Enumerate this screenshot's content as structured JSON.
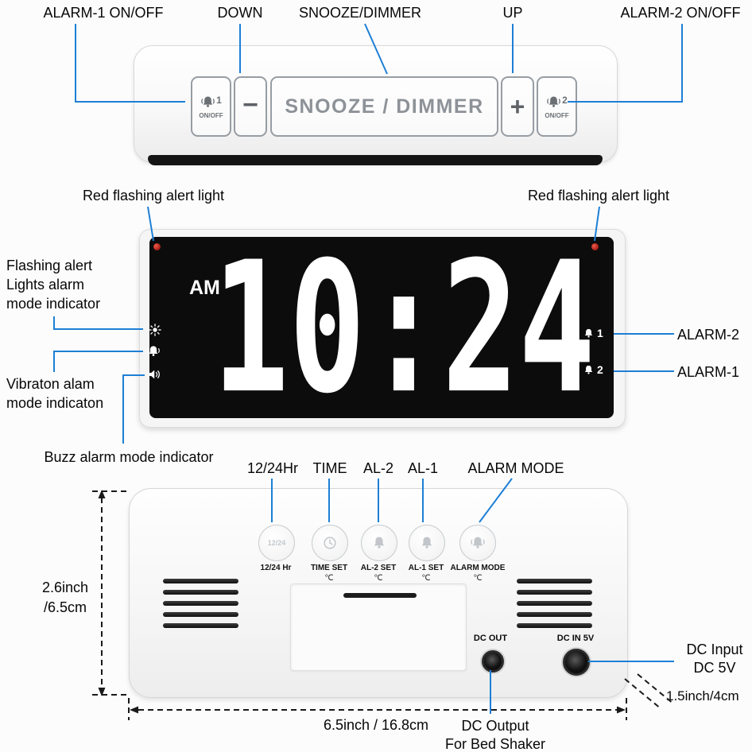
{
  "colors": {
    "callout_blue": "#1d7fd6",
    "dimension_black": "#1a1a1a",
    "display_bg": "#0c0c0c",
    "digit_white": "#ffffff",
    "alert_red": "#c62f26"
  },
  "top_view": {
    "callouts": {
      "alarm1": "ALARM-1 ON/OFF",
      "down": "DOWN",
      "snooze": "SNOOZE/DIMMER",
      "up": "UP",
      "alarm2": "ALARM-2 ON/OFF"
    },
    "buttons": {
      "alarm1_number": "1",
      "alarm1_onoff": "ON/OFF",
      "minus": "−",
      "snooze": "SNOOZE / DIMMER",
      "plus": "+",
      "alarm2_number": "2",
      "alarm2_onoff": "ON/OFF"
    }
  },
  "front_view": {
    "left_light_label": "Red flashing alert light",
    "right_light_label": "Red flashing alert light",
    "flashing_lines": [
      "Flashing alert",
      "Lights alarm",
      "mode indicator"
    ],
    "vibration_lines": [
      "Vibraton alam",
      "mode indicaton"
    ],
    "buzz_label": "Buzz alarm mode indicator",
    "alarm2_label": "ALARM-2",
    "alarm1_label": "ALARM-1",
    "display": {
      "ampm": "AM",
      "time": "10:24",
      "bell1_num": "1",
      "bell2_num": "2"
    }
  },
  "back_view": {
    "callouts": [
      "12/24Hr",
      "TIME",
      "AL-2",
      "AL-1",
      "ALARM MODE"
    ],
    "button_icon_text": "12/24",
    "button_labels": [
      "12/24 Hr",
      "TIME SET",
      "AL-2 SET",
      "AL-1 SET",
      "ALARM MODE"
    ],
    "set_icon_glyph": "℃",
    "dc_out_label": "DC OUT",
    "dc_in_label": "DC IN 5V"
  },
  "annotations": {
    "dc_input_lines": [
      "DC Input",
      "DC 5V"
    ],
    "dc_output_lines": [
      "DC Output",
      "For Bed Shaker"
    ],
    "height_lines": [
      "2.6inch",
      "/6.5cm"
    ],
    "width_label": "6.5inch / 16.8cm",
    "depth_label": "1.5inch/4cm"
  }
}
